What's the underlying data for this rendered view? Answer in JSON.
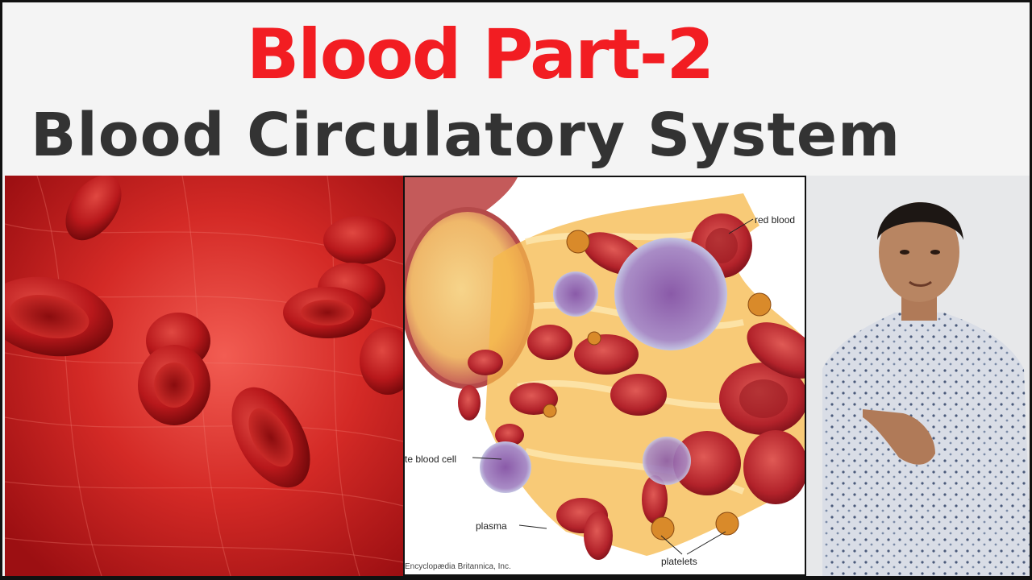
{
  "title": {
    "line1": "Blood Part-2",
    "line2": "Blood Circulatory System"
  },
  "diagram": {
    "labels": {
      "red_blood": "red blood",
      "white_blood": "te blood cell",
      "plasma": "plasma",
      "platelets": "platelets"
    },
    "credit": "Encyclopædia Britannica, Inc."
  },
  "colors": {
    "title_red": "#f21d22",
    "title_dark": "#333333",
    "blood_red": "#c41d1f",
    "plasma_yellow": "#f5b84a"
  }
}
